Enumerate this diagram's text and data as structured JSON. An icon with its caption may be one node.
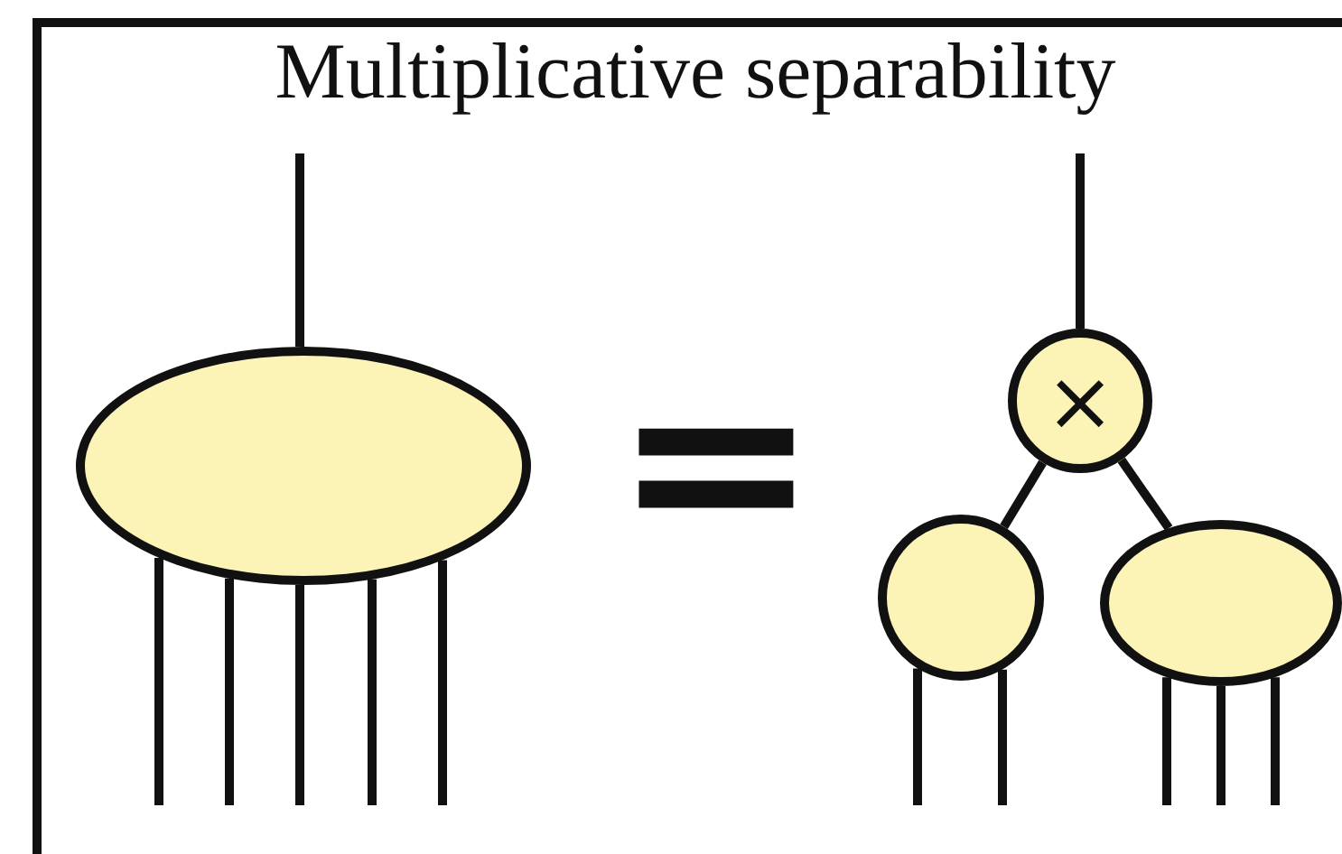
{
  "diagram": {
    "title": "Multiplicative separability",
    "nodes": [
      {
        "text": [],
        "shape": "ellipse"
      },
      {
        "text": [
          "×"
        ]
      },
      {
        "text": [],
        "shape": "circle"
      },
      {
        "text": [],
        "shape": "ellipse"
      }
    ],
    "edges": [
      {
        "from": null,
        "to": 0,
        "arrow": "none"
      },
      {
        "from": 0,
        "to": null,
        "arrow": "none"
      },
      {
        "from": 0,
        "to": null,
        "arrow": "none"
      },
      {
        "from": 0,
        "to": null,
        "arrow": "none"
      },
      {
        "from": 0,
        "to": null,
        "arrow": "none"
      },
      {
        "from": 0,
        "to": null,
        "arrow": "none"
      },
      {
        "from": null,
        "to": 1,
        "arrow": "none"
      },
      {
        "from": 1,
        "to": 2,
        "arrow": "none"
      },
      {
        "from": 1,
        "to": 3,
        "arrow": "none"
      },
      {
        "from": 2,
        "to": null,
        "arrow": "none"
      },
      {
        "from": 2,
        "to": null,
        "arrow": "none"
      },
      {
        "from": 3,
        "to": null,
        "arrow": "none"
      },
      {
        "from": 3,
        "to": null,
        "arrow": "none"
      },
      {
        "from": 3,
        "to": null,
        "arrow": "none"
      }
    ],
    "labels": [
      "="
    ]
  }
}
